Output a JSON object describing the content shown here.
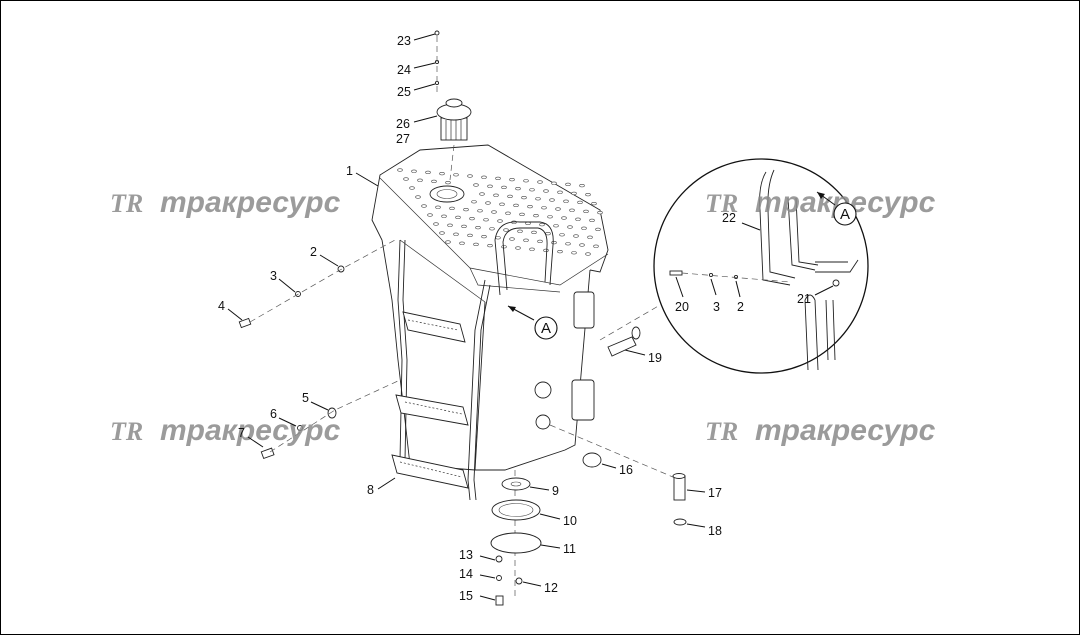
{
  "callouts": [
    {
      "id": "c1",
      "label": "1"
    },
    {
      "id": "c2",
      "label": "2"
    },
    {
      "id": "c3",
      "label": "3"
    },
    {
      "id": "c4",
      "label": "4"
    },
    {
      "id": "c5",
      "label": "5"
    },
    {
      "id": "c6",
      "label": "6"
    },
    {
      "id": "c7",
      "label": "7"
    },
    {
      "id": "c8",
      "label": "8"
    },
    {
      "id": "c9",
      "label": "9"
    },
    {
      "id": "c10",
      "label": "10"
    },
    {
      "id": "c11",
      "label": "11"
    },
    {
      "id": "c12",
      "label": "12"
    },
    {
      "id": "c13",
      "label": "13"
    },
    {
      "id": "c14",
      "label": "14"
    },
    {
      "id": "c15",
      "label": "15"
    },
    {
      "id": "c16",
      "label": "16"
    },
    {
      "id": "c17",
      "label": "17"
    },
    {
      "id": "c18",
      "label": "18"
    },
    {
      "id": "c19",
      "label": "19"
    },
    {
      "id": "c20",
      "label": "20"
    },
    {
      "id": "c21",
      "label": "21"
    },
    {
      "id": "c22",
      "label": "22"
    },
    {
      "id": "c23",
      "label": "23"
    },
    {
      "id": "c24",
      "label": "24"
    },
    {
      "id": "c25",
      "label": "25"
    },
    {
      "id": "c26",
      "label": "26"
    },
    {
      "id": "c27",
      "label": "27"
    },
    {
      "id": "dA",
      "label": "3"
    },
    {
      "id": "dB",
      "label": "2"
    }
  ],
  "detail_marker": "A",
  "watermark": {
    "logo": "TR",
    "text": "тракресурс"
  }
}
